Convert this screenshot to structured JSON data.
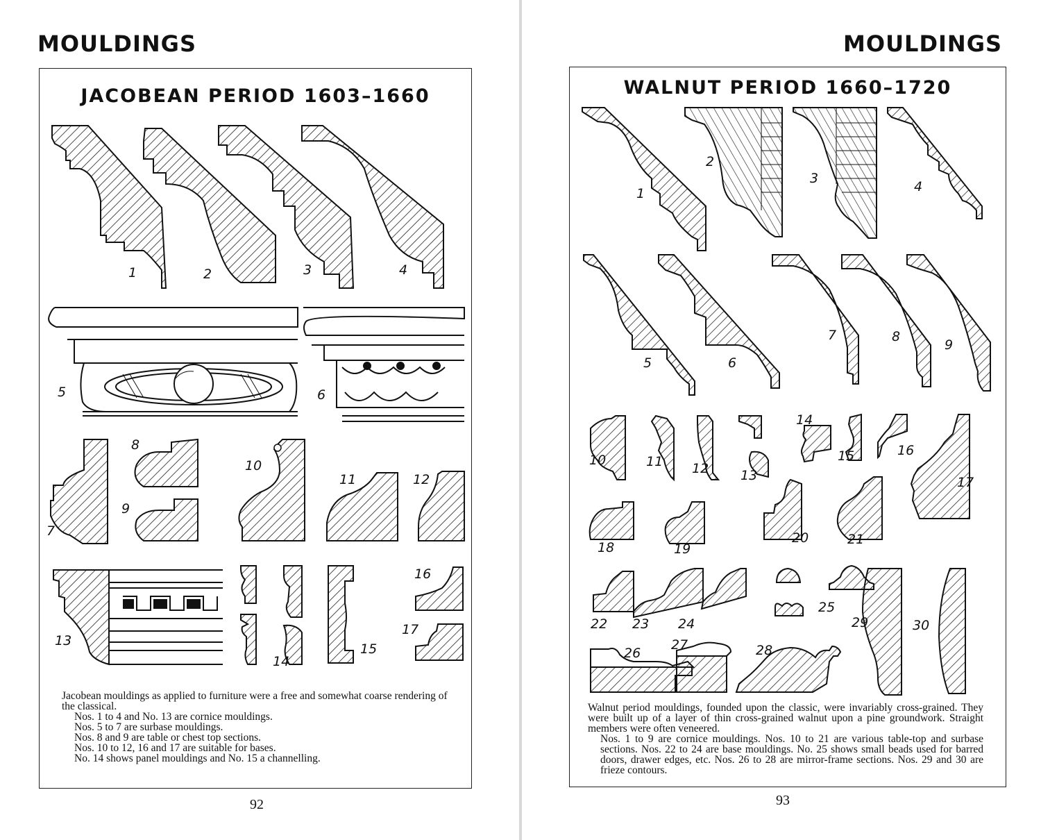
{
  "left_page": {
    "running_head": "MOULDINGS",
    "title": "JACOBEAN PERIOD 1603–1660",
    "figure_numbers": [
      "1",
      "2",
      "3",
      "4",
      "5",
      "6",
      "7",
      "8",
      "9",
      "10",
      "11",
      "12",
      "13",
      "14",
      "15",
      "16",
      "17"
    ],
    "caption_lines": [
      "Jacobean mouldings as applied to furniture were a free and somewhat coarse rendering of the classical.",
      "Nos. 1 to 4 and No. 13 are cornice mouldings.",
      "Nos. 5 to 7 are surbase mouldings.",
      "Nos. 8 and 9 are table or chest top sections.",
      "Nos. 10 to 12, 16 and 17 are suitable for bases.",
      "No. 14 shows panel mouldings and No. 15 a channelling."
    ],
    "folio": "92"
  },
  "right_page": {
    "running_head": "MOULDINGS",
    "title": "WALNUT PERIOD 1660–1720",
    "figure_numbers": [
      "1",
      "2",
      "3",
      "4",
      "5",
      "6",
      "7",
      "8",
      "9",
      "10",
      "11",
      "12",
      "13",
      "14",
      "15",
      "16",
      "17",
      "18",
      "19",
      "20",
      "21",
      "22",
      "23",
      "24",
      "25",
      "26",
      "27",
      "28",
      "29",
      "30"
    ],
    "caption_lines": [
      "Walnut period mouldings, founded upon the classic, were invariably cross-grained. They were built up of a layer of thin cross-grained walnut upon a pine groundwork. Straight members were often veneered.",
      "Nos. 1 to 9 are cornice mouldings. Nos. 10 to 21 are various table-top and surbase sections. Nos. 22 to 24 are base mouldings. No. 25 shows small beads used for barred doors, drawer edges, etc. Nos. 26 to 28 are mirror-frame sections. Nos. 29 and 30 are frieze contours."
    ],
    "folio": "93"
  }
}
